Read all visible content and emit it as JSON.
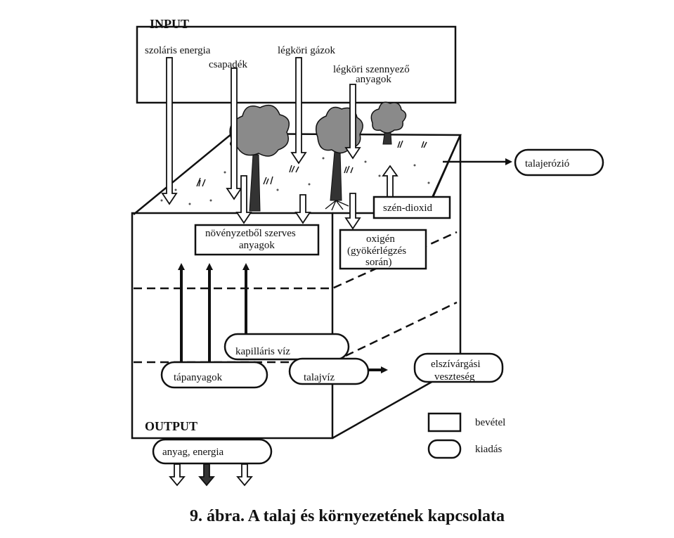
{
  "input": {
    "heading": "INPUT",
    "items": {
      "solar": "szoláris energia",
      "precip": "csapadék",
      "gases": "légköri gázok",
      "pollutant_1": "légköri szennyező",
      "pollutant_2": "anyagok"
    }
  },
  "soil_boxes": {
    "organic_1": "növényzetből szerves",
    "organic_2": "anyagok",
    "oxygen_1": "oxigén",
    "oxygen_2": "(gyökérlégzés",
    "oxygen_3": "során)",
    "co2": "szén-dioxid"
  },
  "outputs": {
    "erosion": "talajerózió",
    "capillary": "kapilláris víz",
    "nutrients": "tápanyagok",
    "groundwater": "talajvíz",
    "loss_1": "elszívárgási",
    "loss_2": "veszteség"
  },
  "output": {
    "heading": "OUTPUT",
    "item": "anyag, energia"
  },
  "legend": {
    "income": "bevétel",
    "expense": "kiadás"
  },
  "caption": "9. ábra. A talaj és környezetének kapcsolata"
}
